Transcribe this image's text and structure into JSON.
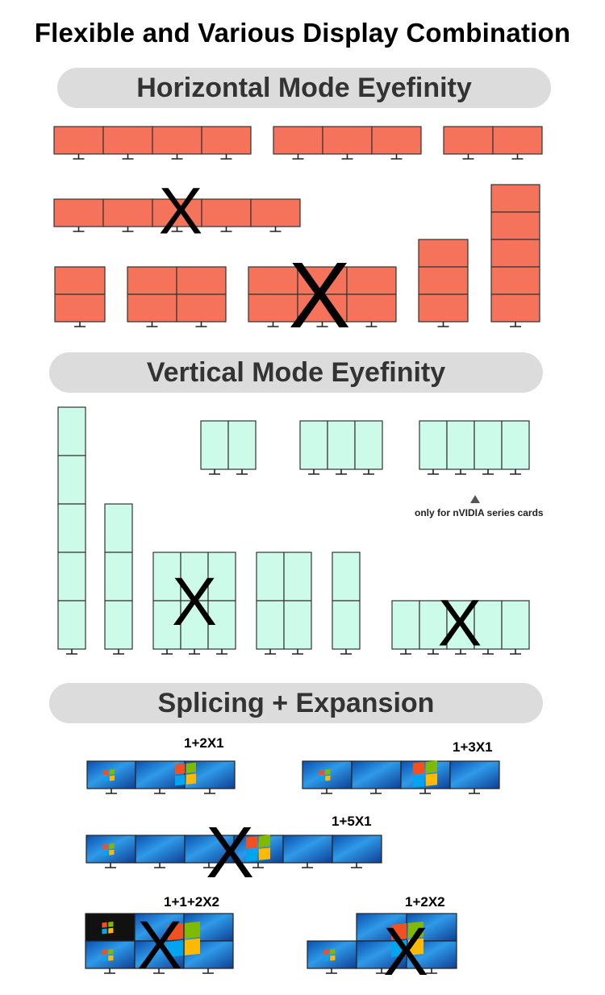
{
  "title": "Flexible and Various Display Combination",
  "sections": {
    "horizontal": "Horizontal Mode Eyefinity",
    "vertical": "Vertical Mode Eyefinity",
    "splicing": "Splicing + Expansion"
  },
  "note": "only for nVIDIA series cards",
  "captions": {
    "c1": "1+2X1",
    "c2": "1+3X1",
    "c3": "1+5X1",
    "c4": "1+1+2X2",
    "c5": "1+2X2"
  },
  "cross_mark": "X",
  "colors": {
    "horizontal_panel": "#f4735a",
    "vertical_panel": "#cdfbe9",
    "desktop_blue": "#1f7fd6",
    "pill_bg": "#dcdcdc"
  },
  "icons": [
    "windows-logo-icon",
    "monitor-stand-icon",
    "triangle-up-icon"
  ]
}
